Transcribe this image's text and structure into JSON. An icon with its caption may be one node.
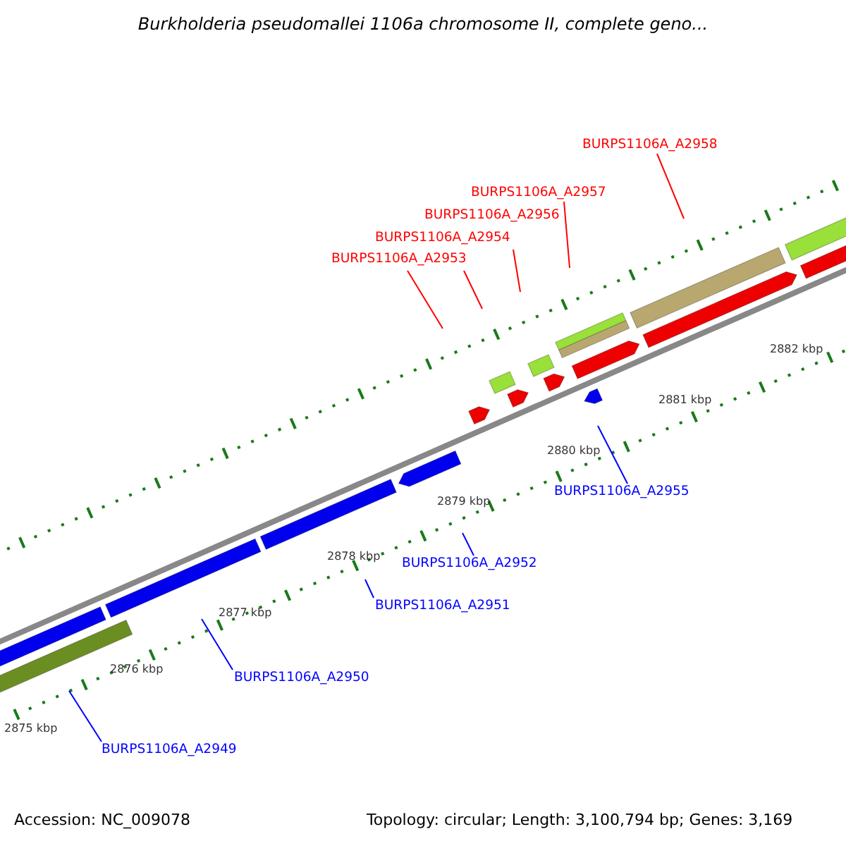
{
  "diagram": {
    "title": "Burkholderia pseudomallei 1106a chromosome II, complete geno...",
    "nodes": [
      {
        "text": [
          "BURPS1106A_A2958"
        ]
      },
      {
        "text": [
          "BURPS1106A_A2957"
        ]
      },
      {
        "text": [
          "BURPS1106A_A2956"
        ]
      },
      {
        "text": [
          "BURPS1106A_A2954"
        ]
      },
      {
        "text": [
          "BURPS1106A_A2953"
        ]
      },
      {
        "text": [
          "BURPS1106A_A2955"
        ]
      },
      {
        "text": [
          "BURPS1106A_A2952"
        ]
      },
      {
        "text": [
          "BURPS1106A_A2951"
        ]
      },
      {
        "text": [
          "BURPS1106A_A2950"
        ]
      },
      {
        "text": [
          "BURPS1106A_A2949"
        ]
      }
    ],
    "edges": [
      {
        "from": 0,
        "to": null,
        "arrow": "none",
        "color": "#ff0000"
      },
      {
        "from": 1,
        "to": null,
        "arrow": "none",
        "color": "#ff0000"
      },
      {
        "from": 2,
        "to": null,
        "arrow": "none",
        "color": "#ff0000"
      },
      {
        "from": 3,
        "to": null,
        "arrow": "none",
        "color": "#ff0000"
      },
      {
        "from": 4,
        "to": null,
        "arrow": "none",
        "color": "#ff0000"
      },
      {
        "from": 5,
        "to": null,
        "arrow": "none",
        "color": "#0000ff"
      },
      {
        "from": 6,
        "to": null,
        "arrow": "none",
        "color": "#0000ff"
      },
      {
        "from": 7,
        "to": null,
        "arrow": "none",
        "color": "#0000ff"
      },
      {
        "from": 8,
        "to": null,
        "arrow": "none",
        "color": "#0000ff"
      },
      {
        "from": 9,
        "to": null,
        "arrow": "none",
        "color": "#0000ff"
      }
    ],
    "labels": [
      "2882 kbp",
      "2881 kbp",
      "2880 kbp",
      "2879 kbp",
      "2878 kbp",
      "2877 kbp",
      "2876 kbp",
      "2875 kbp",
      "Accession: NC_009078",
      "Topology: circular; Length: 3,100,794 bp; Genes: 3,169"
    ]
  }
}
